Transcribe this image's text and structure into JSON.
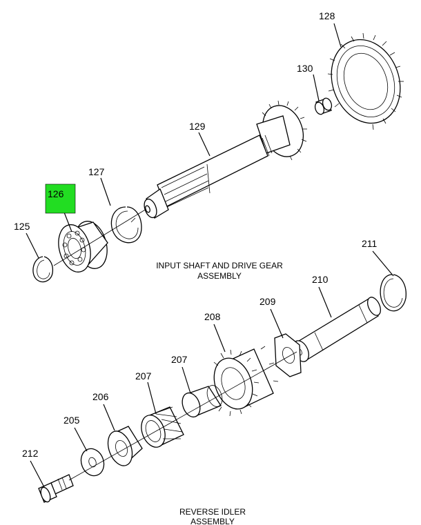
{
  "diagram": {
    "captions": {
      "input_shaft_line1": "INPUT SHAFT AND DRIVE GEAR",
      "input_shaft_line2": "ASSEMBLY",
      "reverse_idler_line1": "REVERSE IDLER",
      "reverse_idler_line2": "ASSEMBLY"
    },
    "highlight": {
      "part": "126",
      "color": "#22dd22"
    },
    "callouts": {
      "c125": "125",
      "c126": "126",
      "c127": "127",
      "c128": "128",
      "c129": "129",
      "c130": "130",
      "c205": "205",
      "c206": "206",
      "c207a": "207",
      "c207b": "207",
      "c208": "208",
      "c209": "209",
      "c210": "210",
      "c211": "211",
      "c212": "212"
    }
  }
}
